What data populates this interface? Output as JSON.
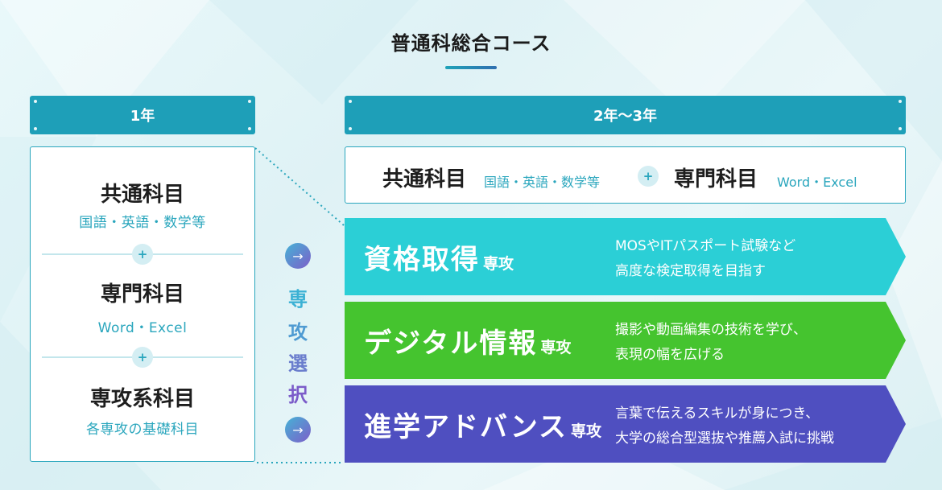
{
  "title": "普通科総合コース",
  "year1": {
    "label": "1年",
    "items": [
      {
        "heading": "共通科目",
        "sub": "国語・英語・数学等"
      },
      {
        "heading": "専門科目",
        "sub": "Word・Excel"
      },
      {
        "heading": "専攻系科目",
        "sub": "各専攻の基礎科目"
      }
    ],
    "plus_symbol": "+"
  },
  "selection": {
    "chars": [
      "専",
      "攻",
      "選",
      "択"
    ],
    "arrow_symbol": "→"
  },
  "year23": {
    "label": "2年〜3年",
    "common": {
      "heading1": "共通科目",
      "sub1": "国語・英語・数学等",
      "plus_symbol": "+",
      "heading2": "専門科目",
      "sub2": "Word・Excel"
    },
    "majors": [
      {
        "name": "資格取得",
        "suffix": "専攻",
        "desc1": "MOSやITパスポート試験など",
        "desc2": "高度な検定取得を目指す",
        "color": "#2bcfd6"
      },
      {
        "name": "デジタル情報",
        "suffix": "専攻",
        "desc1": "撮影や動画編集の技術を学び、",
        "desc2": "表現の幅を広げる",
        "color": "#45c42f"
      },
      {
        "name": "進学アドバンス",
        "suffix": "専攻",
        "desc1": "言葉で伝えるスキルが身につき、",
        "desc2": "大学の総合型選抜や推薦入試に挑戦",
        "color": "#4f4fc0"
      }
    ]
  },
  "colors": {
    "year_bar": "#1e9fb8",
    "accent_text": "#2aa6bd",
    "char_gradient": [
      "#3bb4d6",
      "#7b5cc9"
    ]
  }
}
